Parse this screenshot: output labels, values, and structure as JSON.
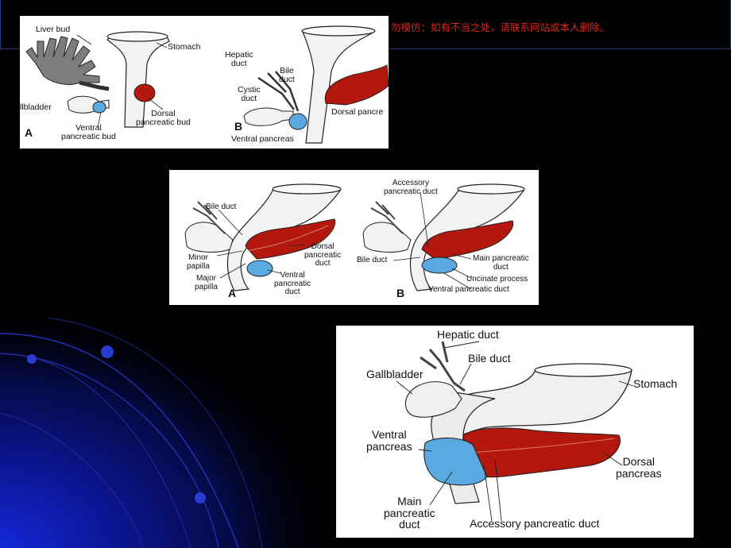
{
  "notice": "勿模仿：如有不当之处，请联系网站或本人删除。",
  "figure1": {
    "label_a": "A",
    "label_b": "B",
    "liver_bud": "Liver bud",
    "stomach": "Stomach",
    "gallbladder": "llbladder",
    "ventral_bud_1": "Ventral",
    "ventral_bud_2": "pancreatic bud",
    "dorsal_bud_1": "Dorsal",
    "dorsal_bud_2": "pancreatic bud",
    "hepatic_duct_1": "Hepatic",
    "hepatic_duct_2": "duct",
    "bile_duct_1": "Bile",
    "bile_duct_2": "duct",
    "cystic_duct_1": "Cystic",
    "cystic_duct_2": "duct",
    "dorsal_pancreas": "Dorsal pancre",
    "ventral_pancreas": "Ventral pancreas"
  },
  "figure2": {
    "label_a": "A",
    "label_b": "B",
    "bile_duct": "Bile duct",
    "minor_papilla_1": "Minor",
    "minor_papilla_2": "papilla",
    "major_papilla_1": "Major",
    "major_papilla_2": "papilla",
    "dorsal_duct_1": "Dorsal",
    "dorsal_duct_2": "pancreatic",
    "dorsal_duct_3": "duct",
    "ventral_duct_1": "Ventral",
    "ventral_duct_2": "pancreatic",
    "ventral_duct_3": "duct",
    "accessory_duct_1": "Accessory",
    "accessory_duct_2": "pancreatic duct",
    "bile_duct_b": "Bile duct",
    "main_duct_1": "Main pancreatic",
    "main_duct_2": "duct",
    "uncinate": "Uncinate process",
    "ventral_duct_b": "Ventral pancreatic duct"
  },
  "figure3": {
    "hepatic_duct": "Hepatic duct",
    "bile_duct": "Bile duct",
    "gallbladder": "Gallbladder",
    "stomach": "Stomach",
    "ventral_1": "Ventral",
    "ventral_2": "pancreas",
    "dorsal_1": "Dorsal",
    "dorsal_2": "pancreas",
    "main_duct_1": "Main",
    "main_duct_2": "pancreatic",
    "main_duct_3": "duct",
    "accessory_duct": "Accessory pancreatic duct"
  },
  "colors": {
    "background": "#000000",
    "notice_text": "#d9261c",
    "dorsal_red": "#b3170e",
    "ventral_blue": "#5aa9e0",
    "organ_fill": "#f2f2f2",
    "deco_blue": "#1a2fd0"
  }
}
